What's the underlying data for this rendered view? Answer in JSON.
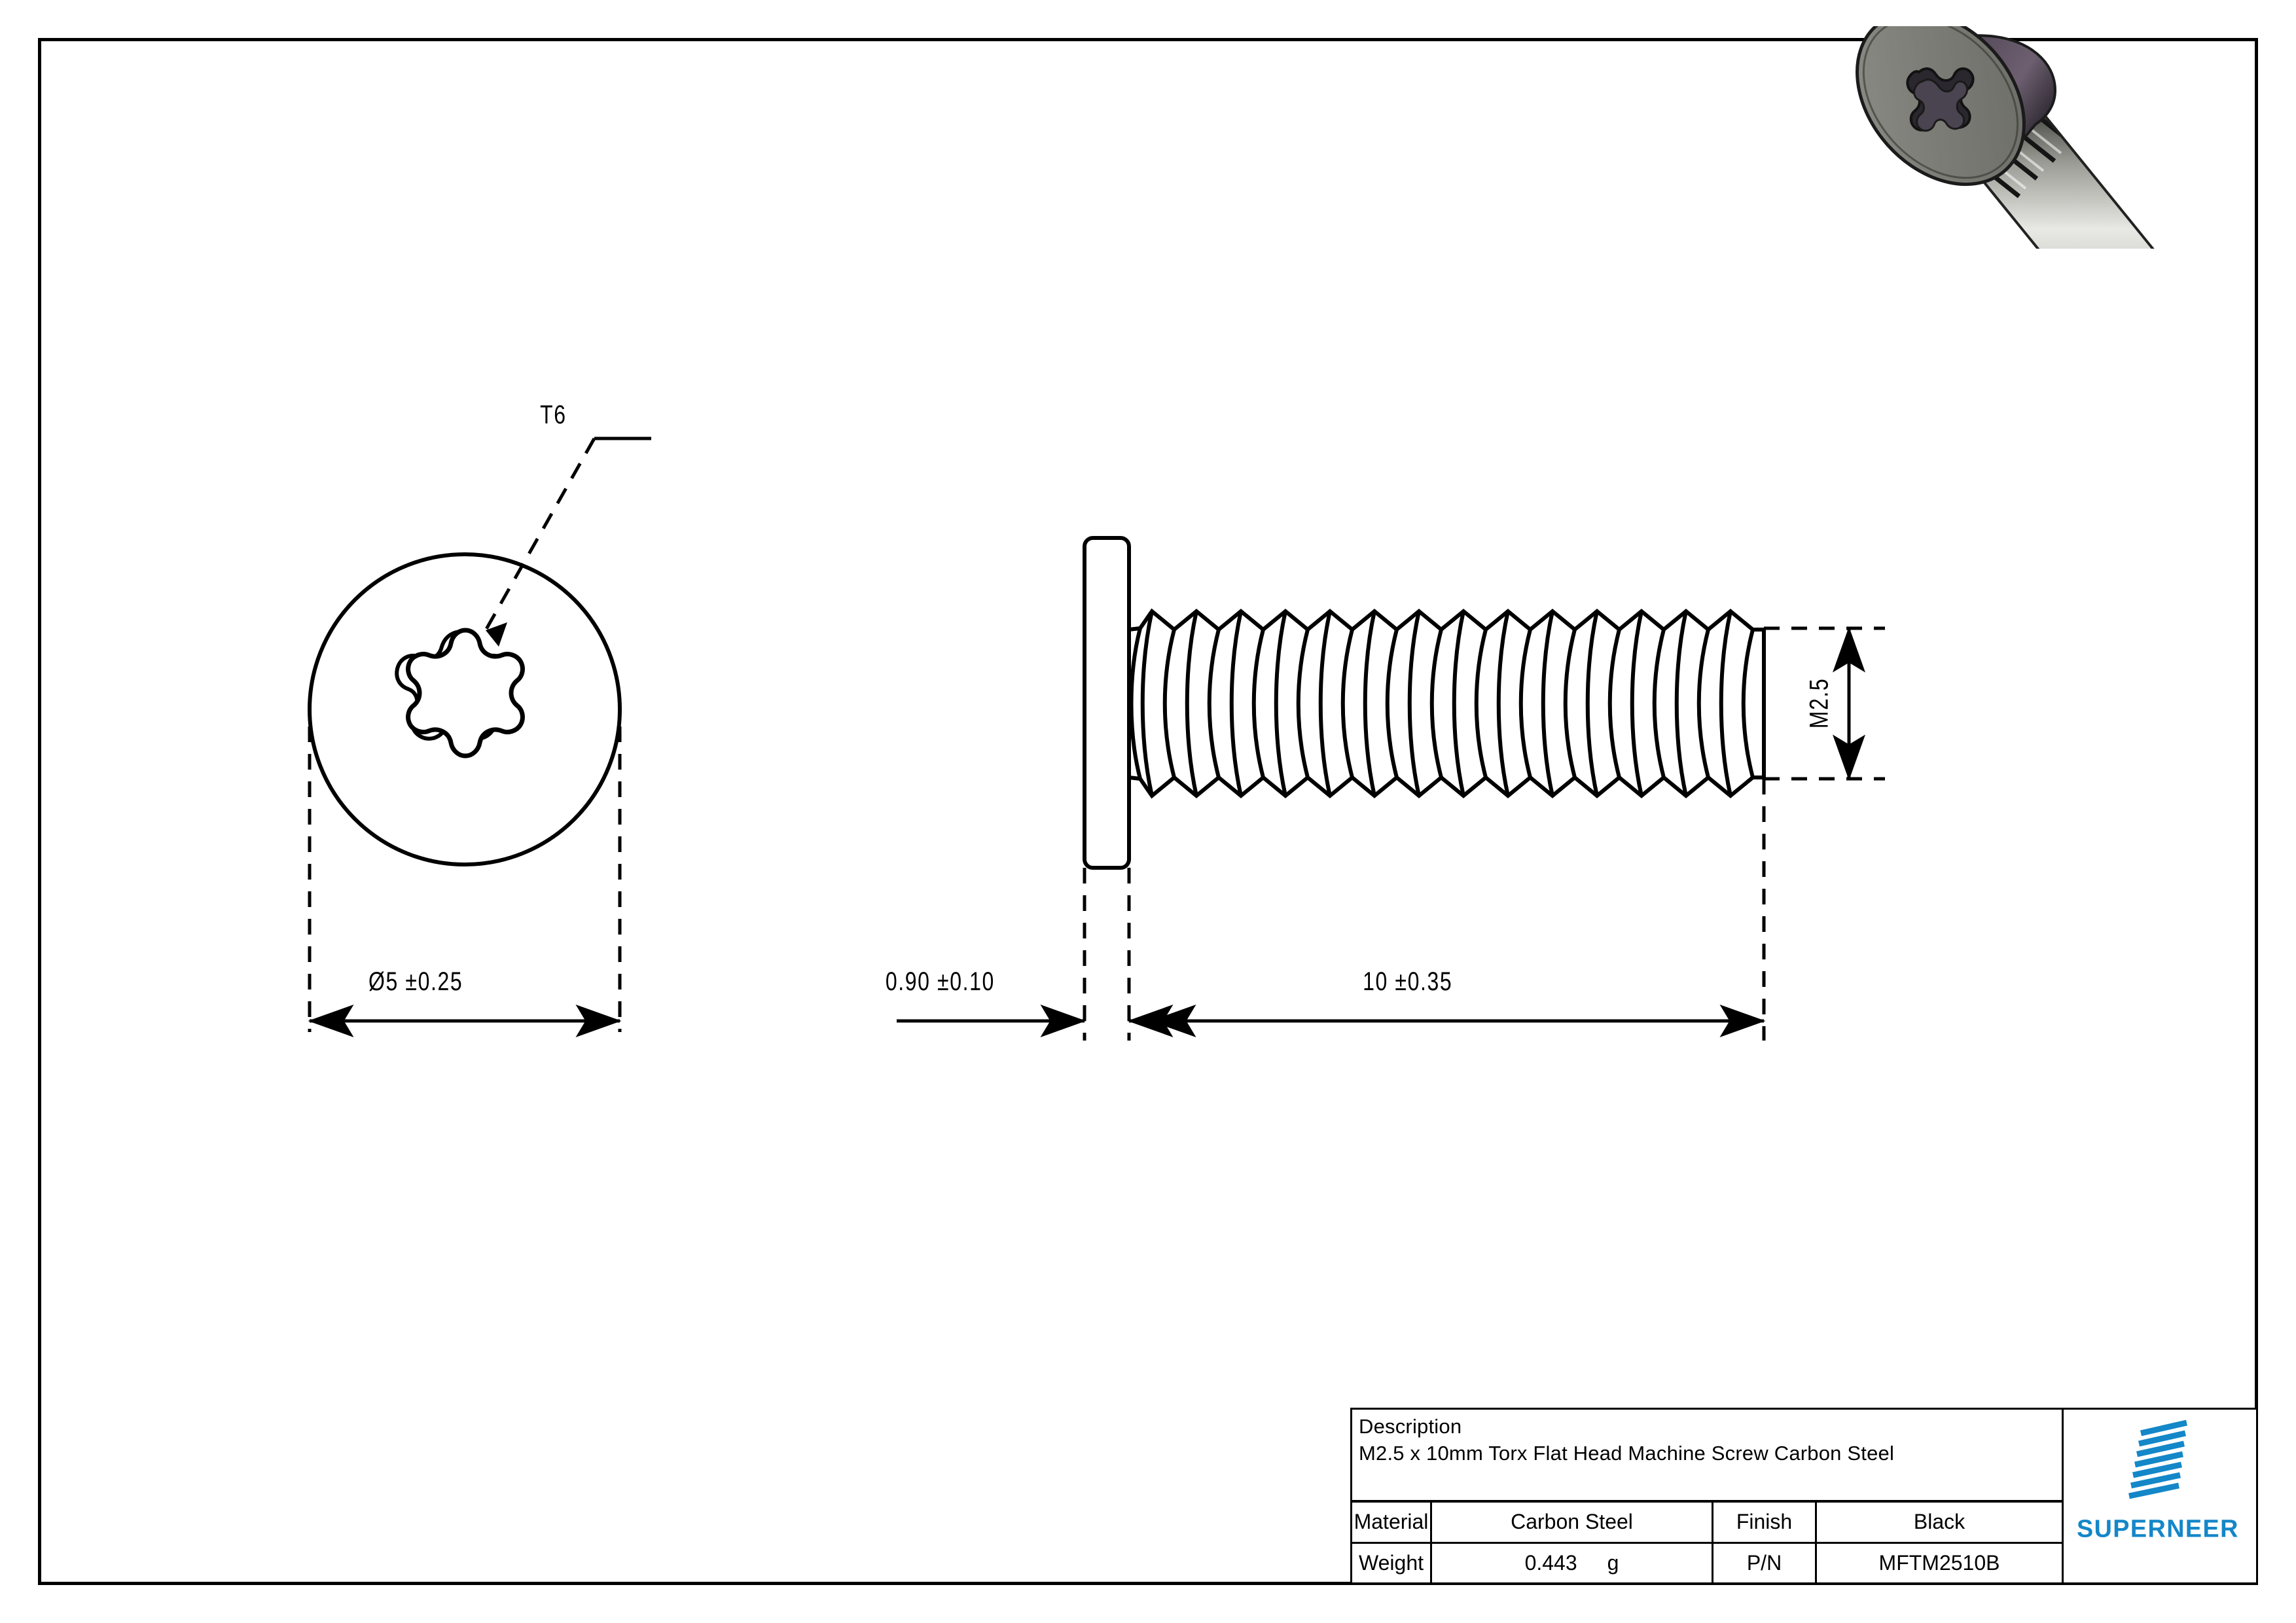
{
  "sheet": {
    "background": "#ffffff",
    "line_color": "#000000",
    "brand_blue": "#1487c8"
  },
  "drawing": {
    "views": {
      "top_view": {
        "name": "top-view-head",
        "drive_callout": "T6",
        "drive_type": "torx-6-lobe",
        "outer_diameter_dimension": "Ø5  ±0.25"
      },
      "side_view": {
        "name": "side-view-screw",
        "head_thickness_dimension": "0.90  ±0.10",
        "thread_length_dimension": "10  ±0.35",
        "thread_size_dimension": "M2.5"
      }
    },
    "isometric_render": {
      "name": "isometric-screw-render",
      "head_color": "#7c7c78",
      "head_edge_color": "#3b3540",
      "shank_color": "#c9c9c4",
      "thread_color": "#1a1a1a"
    }
  },
  "title_block": {
    "description_label": "Description",
    "description_value": "M2.5 x 10mm Torx Flat Head Machine Screw Carbon Steel",
    "rows": [
      {
        "label": "Material",
        "value": "Carbon Steel",
        "label2": "Finish",
        "value2": "Black"
      },
      {
        "label": "Weight",
        "value": "0.443",
        "value_unit": "g",
        "label2": "P/N",
        "value2": "MFTM2510B"
      }
    ],
    "logo": {
      "wordmark": "SUPERNEER",
      "color": "#1487c8"
    }
  }
}
